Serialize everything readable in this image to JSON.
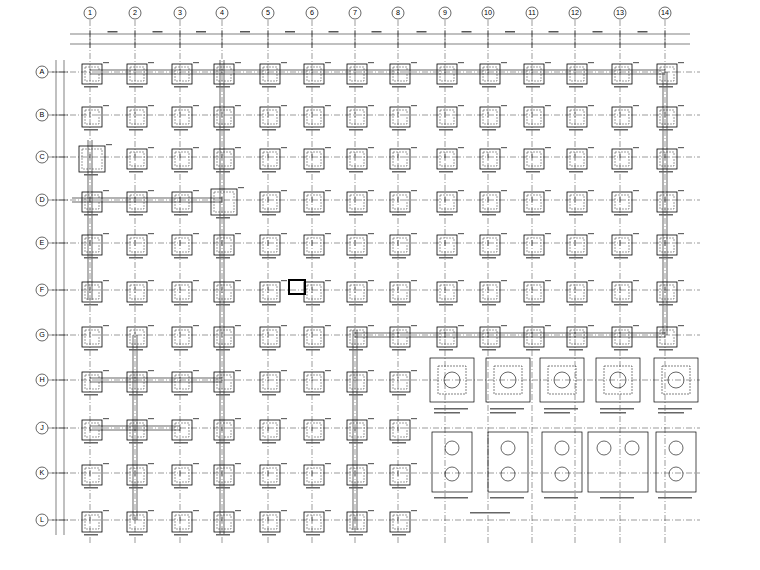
{
  "diagram": {
    "labels": [
      "1",
      "2",
      "3",
      "4",
      "5",
      "6",
      "7",
      "8",
      "9",
      "10",
      "11",
      "12",
      "13",
      "14",
      "A",
      "B",
      "C",
      "D",
      "E",
      "F",
      "G",
      "H",
      "J",
      "K",
      "L"
    ]
  }
}
